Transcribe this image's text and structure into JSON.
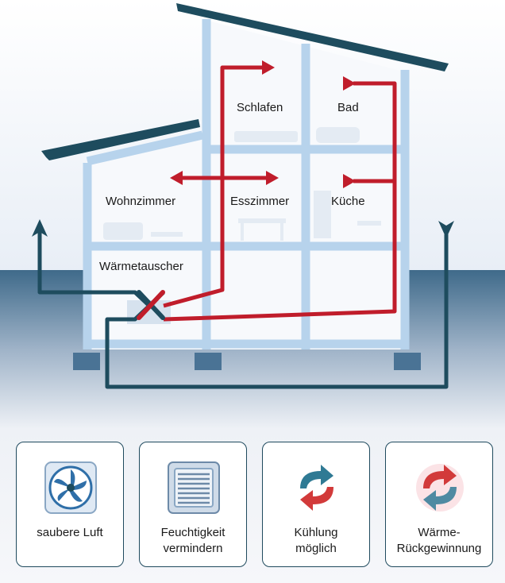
{
  "house": {
    "rooms": {
      "schlafen": "Schlafen",
      "bad": "Bad",
      "wohnzimmer": "Wohnzimmer",
      "esszimmer": "Esszimmer",
      "kueche": "Küche",
      "waermetauscher": "Wärmetauscher"
    },
    "colors": {
      "exhaust_air": "#c01d2b",
      "outdoor_air": "#1e4c5e",
      "house_frame": "#b7d3ec",
      "ground": "#3f6a8a"
    }
  },
  "benefits": [
    {
      "icon": "fan-icon",
      "lines": [
        "saubere Luft"
      ]
    },
    {
      "icon": "vent-grille-icon",
      "lines": [
        "Feuchtigkeit",
        "vermindern"
      ]
    },
    {
      "icon": "cooling-arrows-icon",
      "lines": [
        "Kühlung",
        "möglich"
      ]
    },
    {
      "icon": "heat-recovery-arrows-icon",
      "lines": [
        "Wärme-",
        "Rückgewinnung"
      ]
    }
  ]
}
